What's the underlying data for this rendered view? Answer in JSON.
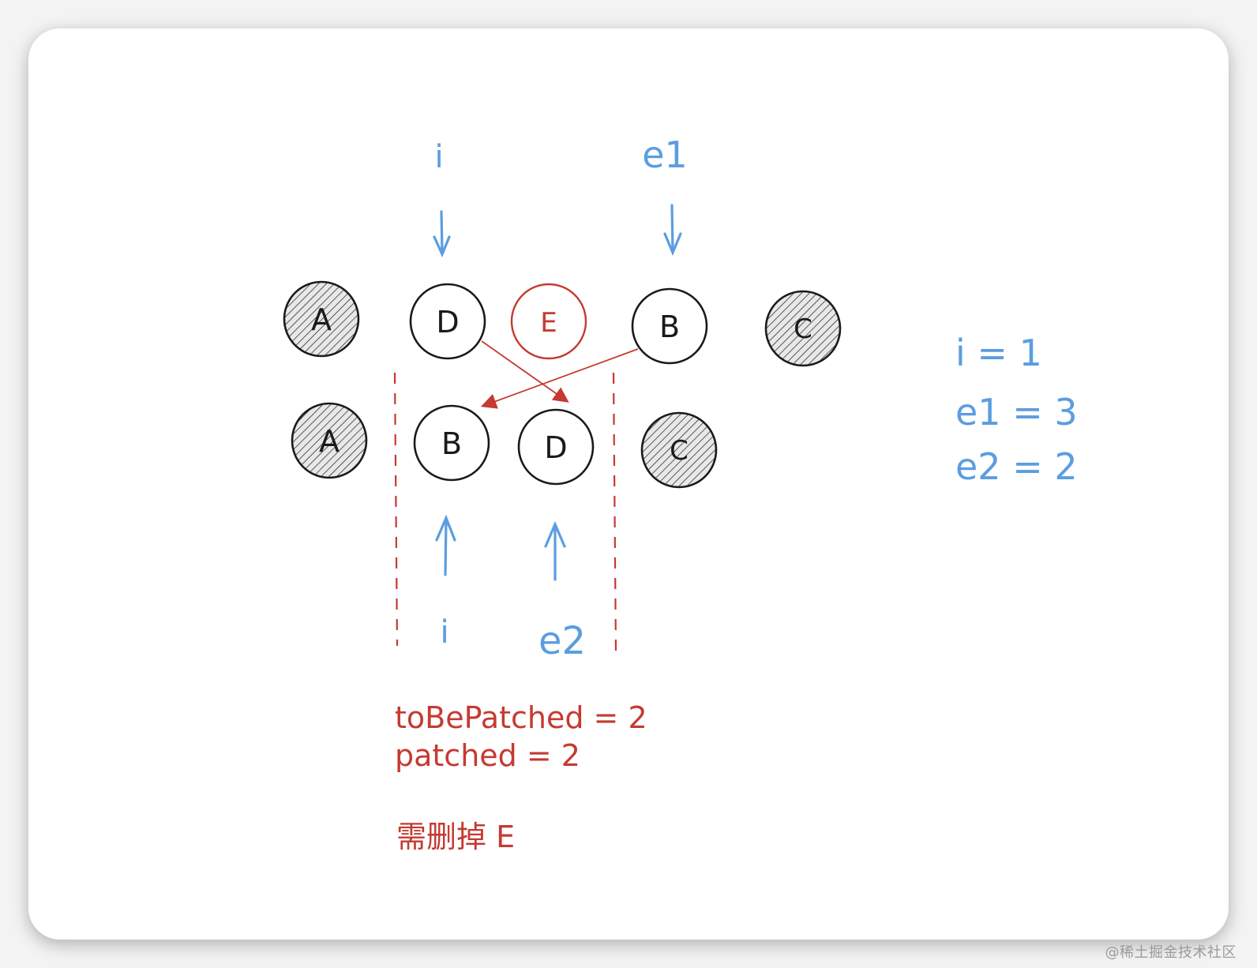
{
  "colors": {
    "blue": "#5b9de0",
    "red": "#c53a31",
    "ink": "#1a1a1a",
    "hatch_fill": "#e8e8e8"
  },
  "row1": {
    "nodes": [
      {
        "label": "A",
        "style": "hatched"
      },
      {
        "label": "D",
        "style": "plain"
      },
      {
        "label": "E",
        "style": "red"
      },
      {
        "label": "B",
        "style": "plain"
      },
      {
        "label": "C",
        "style": "hatched"
      }
    ],
    "pointers": [
      {
        "label": "i",
        "target": "D"
      },
      {
        "label": "e1",
        "target": "B"
      }
    ]
  },
  "row2": {
    "nodes": [
      {
        "label": "A",
        "style": "hatched"
      },
      {
        "label": "B",
        "style": "plain"
      },
      {
        "label": "D",
        "style": "plain"
      },
      {
        "label": "C",
        "style": "hatched"
      }
    ],
    "pointers": [
      {
        "label": "i",
        "target": "B"
      },
      {
        "label": "e2",
        "target": "D"
      }
    ]
  },
  "mappings": [
    {
      "from": "D",
      "to": "D"
    },
    {
      "from": "B",
      "to": "B"
    }
  ],
  "variables": [
    {
      "text": "i = 1"
    },
    {
      "text": "e1 = 3"
    },
    {
      "text": "e2 = 2"
    }
  ],
  "counters": [
    {
      "text": "toBePatched = 2"
    },
    {
      "text": "patched = 2"
    }
  ],
  "note": "需删掉 E",
  "watermark": "@稀土掘金技术社区"
}
